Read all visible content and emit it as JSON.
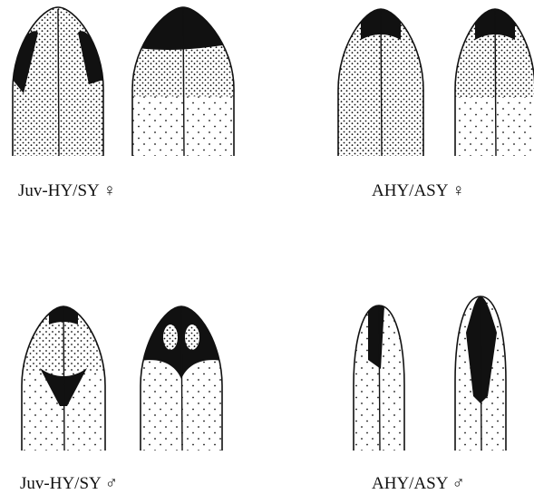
{
  "colors": {
    "ink": "#111111",
    "paper": "#ffffff"
  },
  "panels": [
    {
      "id": "juv-hy-sy-female",
      "label": "Juv-HY/SY ♀",
      "feathers": [
        {
          "pattern": "stippled-full",
          "tip": "dark-streaks-sides"
        },
        {
          "pattern": "stippled-upper",
          "tip": "dark-cap"
        }
      ]
    },
    {
      "id": "ahy-asy-female",
      "label": "AHY/ASY ♀",
      "feathers": [
        {
          "pattern": "stippled-full",
          "tip": "small-dark-tip"
        },
        {
          "pattern": "stippled-upper",
          "tip": "small-dark-tip"
        }
      ]
    },
    {
      "id": "juv-hy-sy-male",
      "label": "Juv-HY/SY ♂",
      "feathers": [
        {
          "pattern": "stippled-upper-sparse-lower",
          "tip": "dark-tip-and-triangle"
        },
        {
          "pattern": "sparse",
          "tip": "dark-cap-with-pale-spots"
        }
      ]
    },
    {
      "id": "ahy-asy-male",
      "label": "AHY/ASY ♂",
      "feathers": [
        {
          "pattern": "sparse",
          "tip": "dark-wedge-narrow"
        },
        {
          "pattern": "sparse",
          "tip": "dark-wedge-broad"
        }
      ]
    }
  ]
}
